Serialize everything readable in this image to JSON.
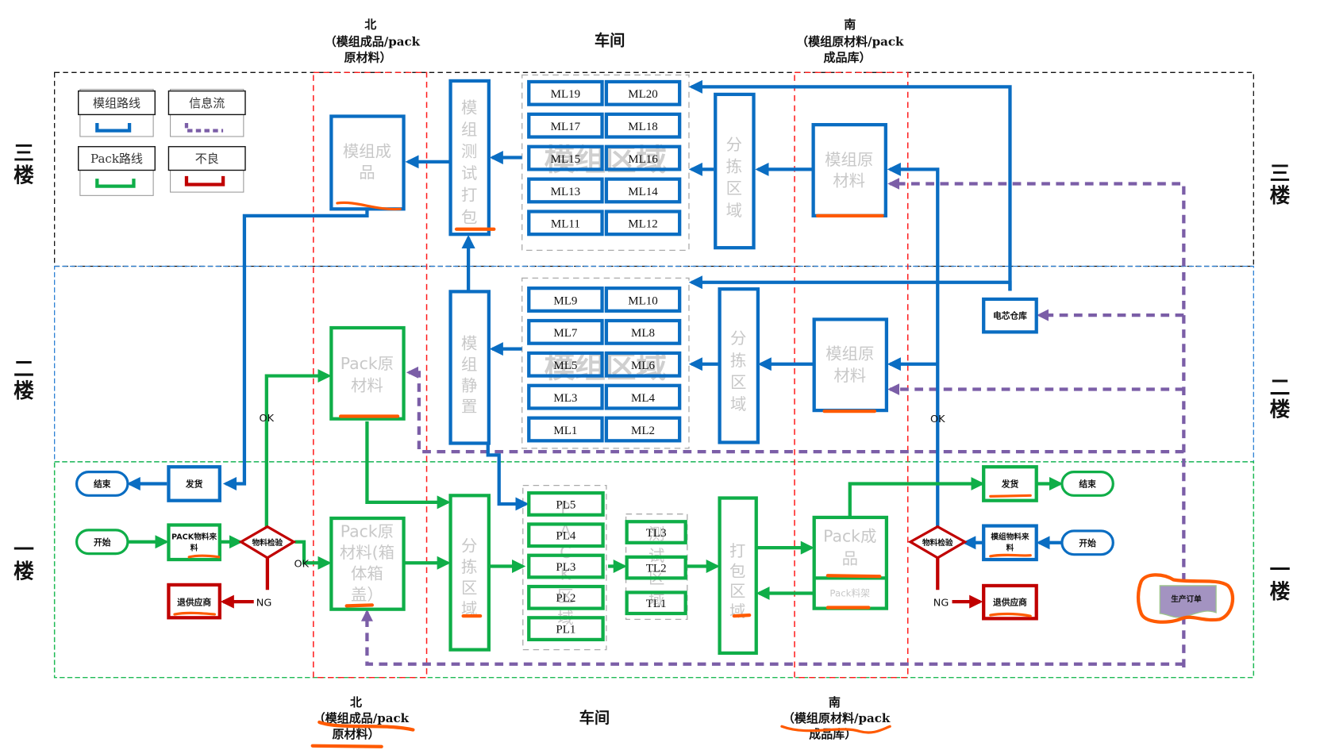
{
  "headers": {
    "north": {
      "line1": "北",
      "line2": "（模组成品/pack",
      "line3": "原材料）"
    },
    "workshop": "车间",
    "south": {
      "line1": "南",
      "line2": "（模组原材料/pack",
      "line3": "成品库）"
    }
  },
  "floors": {
    "third": [
      "三",
      "楼"
    ],
    "second": [
      "二",
      "楼"
    ],
    "first": [
      "一",
      "楼"
    ]
  },
  "legend": {
    "module_route": "模组路线",
    "info_flow": "信息流",
    "pack_route": "Pack路线",
    "defect": "不良"
  },
  "colors": {
    "module_blue": "#0a6dc2",
    "pack_green": "#0fae48",
    "defect_red": "#c00000",
    "info_purple": "#7b5ea7",
    "annotation_orange": "#ff5a00",
    "zone_red_dashed": "#ff1a1a"
  },
  "floor3": {
    "module_finished": [
      "模组成",
      "品"
    ],
    "module_test_pack": [
      "模",
      "组",
      "测",
      "试",
      "打",
      "包"
    ],
    "module_area_watermark": "模组区域",
    "module_lines": [
      "ML19",
      "ML20",
      "ML17",
      "ML18",
      "ML15",
      "ML16",
      "ML13",
      "ML14",
      "ML11",
      "ML12"
    ],
    "sorting_area": [
      "分",
      "拣",
      "区",
      "域"
    ],
    "module_raw": [
      "模组原",
      "材料"
    ]
  },
  "floor2": {
    "pack_raw": [
      "Pack原",
      "材料"
    ],
    "module_rest": [
      "模",
      "组",
      "静",
      "置"
    ],
    "module_area_watermark": "模组区域",
    "module_lines": [
      "ML9",
      "ML10",
      "ML7",
      "ML8",
      "ML5",
      "ML6",
      "ML3",
      "ML4",
      "ML1",
      "ML2"
    ],
    "sorting_area": [
      "分",
      "拣",
      "区",
      "域"
    ],
    "module_raw": [
      "模组原",
      "材料"
    ],
    "cell_warehouse": "电芯仓库",
    "ok_left": "OK",
    "ok_right": "OK"
  },
  "floor1": {
    "end_left": "结束",
    "ship_left": "发货",
    "start_left": "开始",
    "pack_material_incoming": [
      "PACK物料来",
      "料"
    ],
    "inspection_left": "物料检验",
    "return_supplier_left": "退供应商",
    "ok_label": "OK",
    "ng_left": "NG",
    "pack_raw_box": [
      "Pack原",
      "材料(箱",
      "体箱",
      "盖）"
    ],
    "sorting_area": [
      "分",
      "拣",
      "区",
      "域"
    ],
    "pack_lines": [
      "PL5",
      "PL4",
      "PL3",
      "PL2",
      "PL1"
    ],
    "pack_area_watermark": [
      "P",
      "A",
      "C",
      "K",
      "区",
      "域"
    ],
    "test_lines": [
      "TL3",
      "TL2",
      "TL1"
    ],
    "test_area_watermark": [
      "测",
      "试",
      "区",
      "域"
    ],
    "packing_area": [
      "打",
      "包",
      "区",
      "域"
    ],
    "pack_finished": [
      "Pack成",
      "品"
    ],
    "pack_rack": "Pack料架",
    "ship_right": "发货",
    "end_right": "结束",
    "inspection_right": "物料检验",
    "module_material_incoming": [
      "模组物料来",
      "料"
    ],
    "start_right": "开始",
    "ng_right": "NG",
    "return_supplier_right": "退供应商",
    "production_order": "生产订单"
  }
}
